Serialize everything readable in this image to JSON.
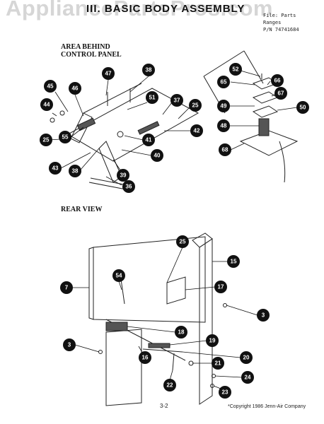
{
  "watermark": "AppliancePartsPros.com",
  "title": "III. BASIC BODY ASSEMBLY",
  "file_info": {
    "line1": "File: Parts",
    "line2": "Ranges",
    "line3": "P/N 74741684"
  },
  "sections": {
    "control_panel_line1": "AREA BEHIND",
    "control_panel_line2": "CONTROL PANEL",
    "rear_view": "REAR VIEW"
  },
  "footer": {
    "page_number": "3-2",
    "copyright": "*Copyright 1986 Jenn-Air Company"
  },
  "callouts": {
    "c47": "47",
    "c38a": "38",
    "c45": "45",
    "c46": "46",
    "c51": "51",
    "c37": "37",
    "c25a": "25",
    "c44": "44",
    "c42": "42",
    "c55": "55",
    "c25b": "25",
    "c41": "41",
    "c40": "40",
    "c43": "43",
    "c38b": "38",
    "c39": "39",
    "c36": "36",
    "c52": "52",
    "c65": "65",
    "c66": "66",
    "c67": "67",
    "c49": "49",
    "c50": "50",
    "c48": "48",
    "c68": "68",
    "c25c": "25",
    "c15": "15",
    "c7": "7",
    "c54": "54",
    "c17": "17",
    "c3a": "3",
    "c18": "18",
    "c3b": "3",
    "c19": "19",
    "c16": "16",
    "c20": "20",
    "c21": "21",
    "c24": "24",
    "c22": "22",
    "c23": "23"
  }
}
